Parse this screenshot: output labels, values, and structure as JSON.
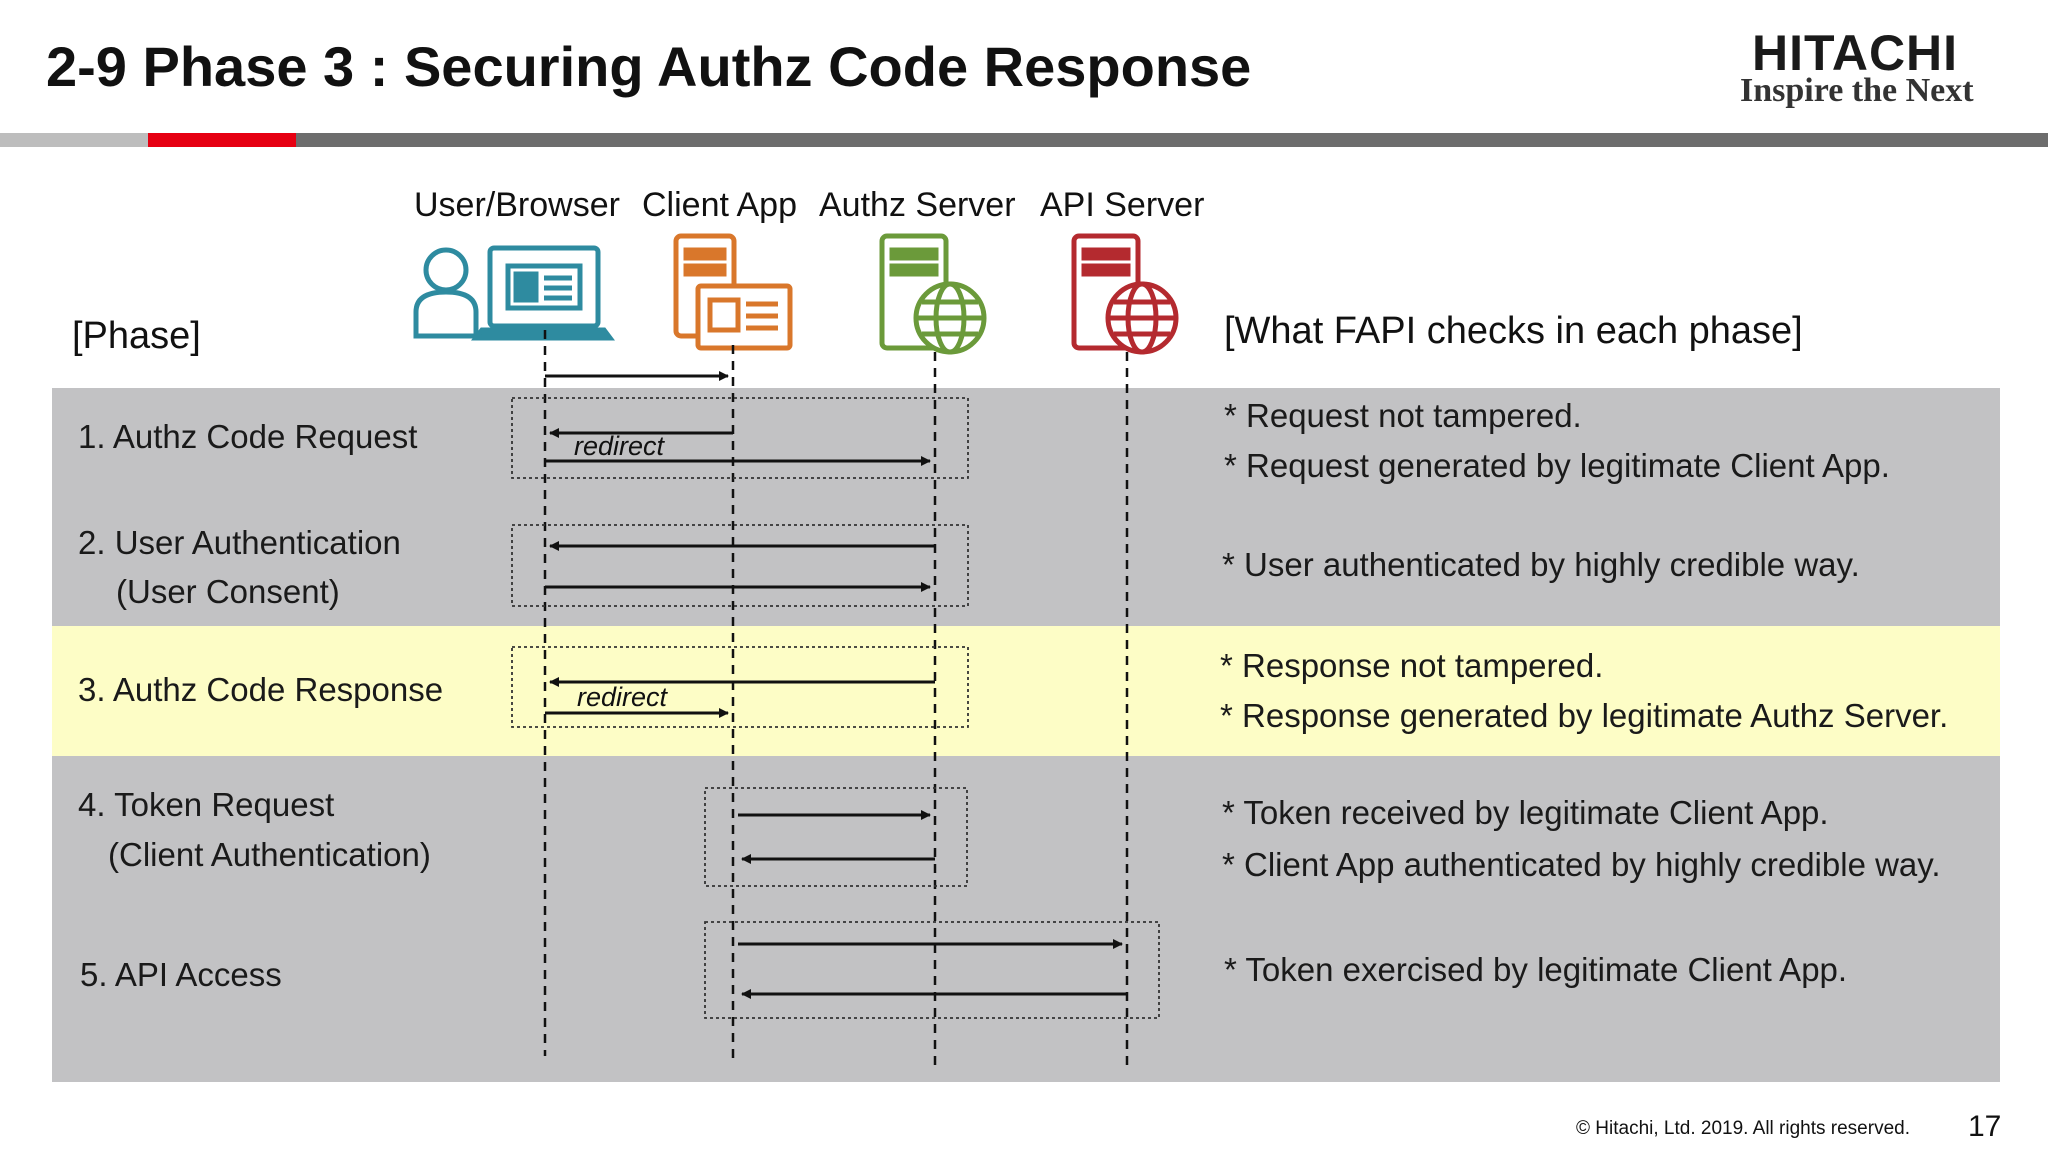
{
  "title": "2-9 Phase 3 : Securing Authz Code Response",
  "logo": {
    "name": "HITACHI",
    "tagline": "Inspire the Next"
  },
  "actors": [
    "User/Browser",
    "Client App",
    "Authz Server",
    "API Server"
  ],
  "headers": {
    "phase": "[Phase]",
    "checks": "[What FAPI checks in each phase]"
  },
  "phases": [
    {
      "line1": "1. Authz Code Request",
      "line2": ""
    },
    {
      "line1": "2. User Authentication",
      "line2": "(User Consent)"
    },
    {
      "line1": "3. Authz Code Response",
      "line2": ""
    },
    {
      "line1": "4. Token Request",
      "line2": "(Client Authentication)"
    },
    {
      "line1": "5. API Access",
      "line2": ""
    }
  ],
  "checks": [
    "* Request not tampered.",
    "* Request generated by legitimate Client App.",
    "* User authenticated by highly credible way.",
    "* Response not tampered.",
    "* Response generated by legitimate Authz Server.",
    "* Token received by legitimate Client App.",
    "* Client App authenticated by highly credible way.",
    "* Token exercised by legitimate Client App."
  ],
  "arrow_label": "redirect",
  "highlighted_phase": "3. Authz Code Response",
  "colors": {
    "user": "#2e8ba0",
    "client": "#d9772b",
    "authz": "#6b9a3a",
    "api": "#b42a2f",
    "accent": "#e60012",
    "highlight": "#fdfdc6",
    "band": "#c2c2c4"
  },
  "footer": {
    "copyright": "© Hitachi, Ltd. 2019. All rights reserved.",
    "page": "17"
  }
}
